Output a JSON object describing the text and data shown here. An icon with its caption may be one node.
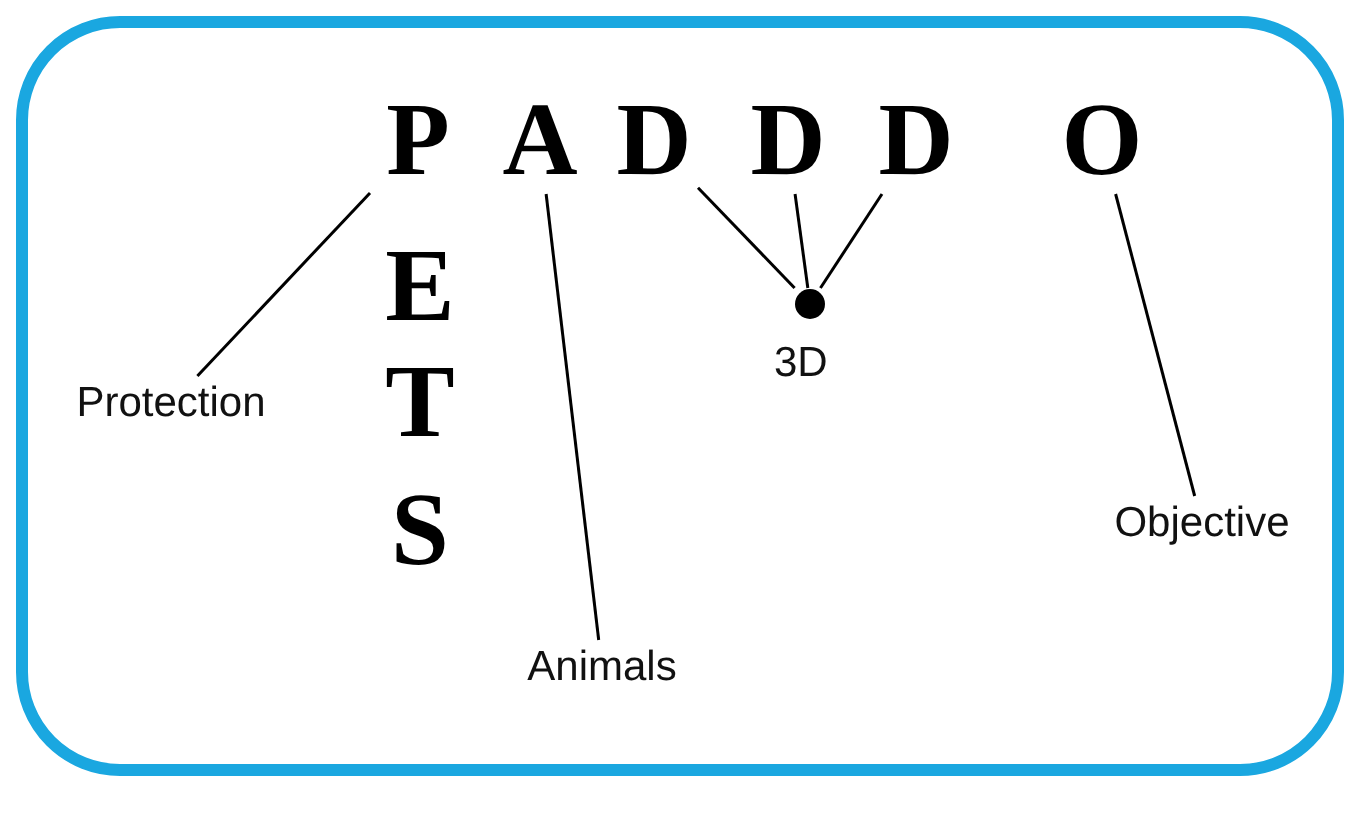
{
  "diagram": {
    "nodes": [
      {
        "text": [
          "P"
        ]
      },
      {
        "text": [
          "A"
        ]
      },
      {
        "text": [
          "D"
        ]
      },
      {
        "text": [
          "D"
        ]
      },
      {
        "text": [
          "D"
        ]
      },
      {
        "text": [
          "O"
        ]
      },
      {
        "text": [
          "E"
        ]
      },
      {
        "text": [
          "T"
        ]
      },
      {
        "text": [
          "S"
        ]
      },
      {
        "text": [],
        "shape": "circle",
        "beside": [
          "3D"
        ]
      },
      {
        "text": [
          "Protection"
        ]
      },
      {
        "text": [
          "Animals"
        ]
      },
      {
        "text": [
          "Objective"
        ]
      }
    ],
    "edges": [
      {
        "from": 10,
        "to": 0,
        "arrow": "none"
      },
      {
        "from": 11,
        "to": 1,
        "arrow": "none"
      },
      {
        "from": 2,
        "to": 9,
        "arrow": "none"
      },
      {
        "from": 3,
        "to": 9,
        "arrow": "none"
      },
      {
        "from": 4,
        "to": 9,
        "arrow": "none"
      },
      {
        "from": 12,
        "to": 5,
        "arrow": "none"
      }
    ]
  }
}
